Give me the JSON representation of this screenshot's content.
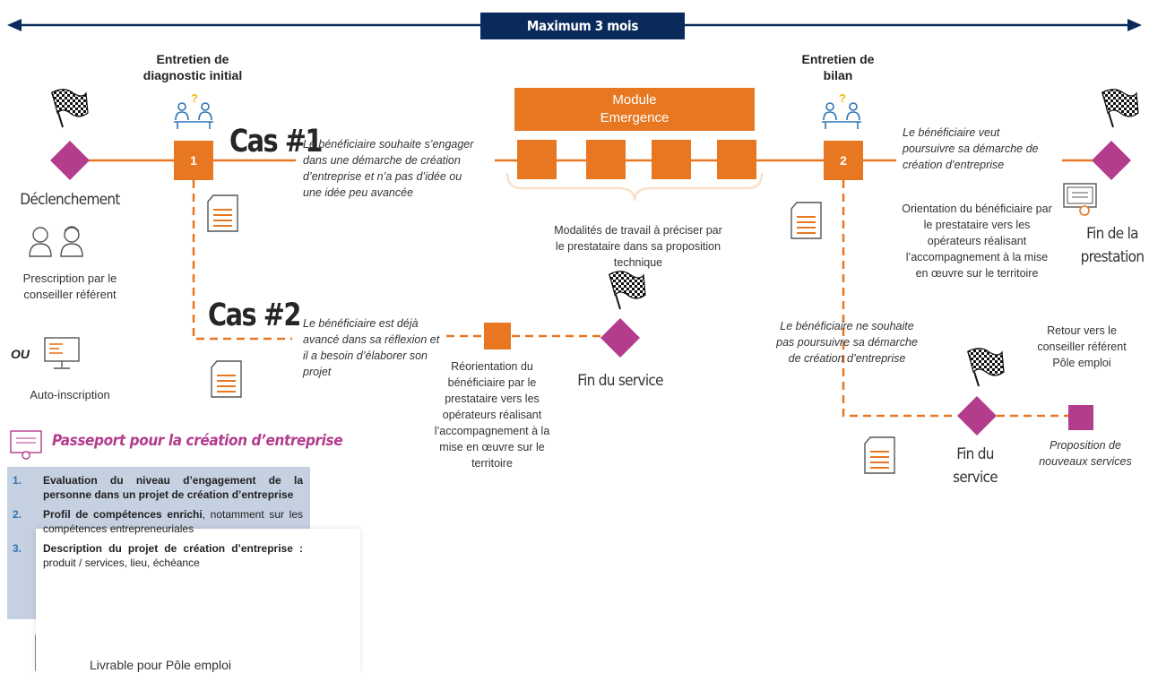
{
  "header": {
    "duration_label": "Maximum 3 mois"
  },
  "stages": {
    "initial_title": "Entretien de diagnostic initial",
    "initial_number": "1",
    "bilan_title": "Entretien de bilan",
    "bilan_number": "2"
  },
  "start": {
    "label": "Déclenchement",
    "prescription": "Prescription par le conseiller référent",
    "ou": "OU",
    "auto": "Auto-inscription"
  },
  "cas1": {
    "label": "Cas #1",
    "text": "Le bénéficiaire souhaite s’engager dans une démarche de création d’entreprise et n’a pas d’idée ou une idée peu avancée"
  },
  "cas2": {
    "label": "Cas #2",
    "text": "Le bénéficiaire est déjà avancé dans sa réflexion et il a besoin d’élaborer son projet",
    "reorientation": "Réorientation du bénéficiaire par le prestataire vers les opérateurs réalisant l’accompagnement à la mise en œuvre sur le territoire",
    "end": "Fin du service"
  },
  "module": {
    "title": "Module Emergence",
    "modalites": "Modalités de travail à préciser par le prestataire dans sa proposition technique"
  },
  "after_bilan": {
    "continue_text": "Le bénéficiaire veut poursuivre sa démarche de création d’entreprise",
    "orientation": "Orientation du bénéficiaire par le prestataire vers les opérateurs réalisant l’accompagnement à la mise en œuvre sur le territoire",
    "end_label": "Fin de la prestation",
    "stop_text": "Le bénéficiaire ne souhaite pas poursuivre sa démarche de création d’entreprise",
    "end_service": "Fin du service",
    "retour": "Retour vers le conseiller référent Pôle emploi",
    "proposition": "Proposition de nouveaux services"
  },
  "passport": {
    "title": "Passeport pour la création d’entreprise",
    "items": [
      {
        "num": "1.",
        "bold": "Evaluation du niveau d’engagement de la personne dans un projet de création d’entreprise",
        "rest": ""
      },
      {
        "num": "2.",
        "bold": "Profil de compétences enrichi",
        "rest": ", notamment sur les compétences entrepreneuriales"
      },
      {
        "num": "3.",
        "bold": "Description du projet de création d’entreprise :",
        "rest": " produit / services,  lieu, échéance"
      }
    ],
    "livrable": "Livrable pour Pôle emploi"
  },
  "colors": {
    "orange": "#e87722",
    "magenta": "#b43c8c",
    "navy": "#0a2a5c",
    "passport_bg": "#c5d0e0"
  }
}
